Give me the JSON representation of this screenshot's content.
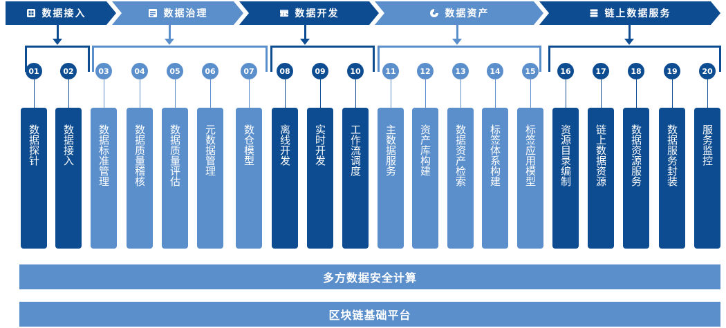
{
  "phases": [
    {
      "label": "数据接入",
      "icon": "grid-icon",
      "color": "#0d4c91"
    },
    {
      "label": "数据治理",
      "icon": "table-icon",
      "color": "#5b8fcb"
    },
    {
      "label": "数据开发",
      "icon": "code-window-icon",
      "color": "#0d4c91"
    },
    {
      "label": "数据资产",
      "icon": "pie-chart-icon",
      "color": "#5b8fcb"
    },
    {
      "label": "链上数据服务",
      "icon": "server-icon",
      "color": "#0d4c91"
    }
  ],
  "items": [
    {
      "num": "01",
      "label": "数据探针",
      "dark": true
    },
    {
      "num": "02",
      "label": "数据接入",
      "dark": true
    },
    {
      "num": "03",
      "label": "数据标准管理",
      "dark": false
    },
    {
      "num": "04",
      "label": "数据质量稽核",
      "dark": false
    },
    {
      "num": "05",
      "label": "数据质量评估",
      "dark": false
    },
    {
      "num": "06",
      "label": "元数据管理",
      "dark": false
    },
    {
      "num": "07",
      "label": "数仓模型",
      "dark": false
    },
    {
      "num": "08",
      "label": "离线开发",
      "dark": true
    },
    {
      "num": "09",
      "label": "实时开发",
      "dark": true
    },
    {
      "num": "10",
      "label": "工作流调度",
      "dark": true
    },
    {
      "num": "11",
      "label": "主数据服务",
      "dark": false
    },
    {
      "num": "12",
      "label": "资产库构建",
      "dark": false
    },
    {
      "num": "13",
      "label": "数据资产检索",
      "dark": false
    },
    {
      "num": "14",
      "label": "标签体系构建",
      "dark": false
    },
    {
      "num": "15",
      "label": "标签应用模型",
      "dark": false
    },
    {
      "num": "16",
      "label": "资源目录编制",
      "dark": true
    },
    {
      "num": "17",
      "label": "链上数据资源",
      "dark": true
    },
    {
      "num": "18",
      "label": "数据资源服务",
      "dark": true
    },
    {
      "num": "19",
      "label": "数据服务封装",
      "dark": true
    },
    {
      "num": "20",
      "label": "服务监控",
      "dark": true
    }
  ],
  "bars": {
    "security": "多方数据安全计算",
    "platform": "区块链基础平台"
  },
  "colors": {
    "dark": "#0d4c91",
    "light": "#5b8fcb"
  }
}
